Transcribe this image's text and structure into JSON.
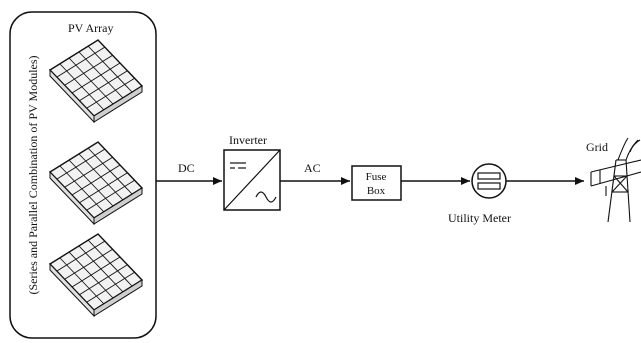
{
  "pv_array": {
    "title": "PV Array",
    "side_label": "(Series and Parallel Combination of PV Modules)",
    "panel_count": 3,
    "panel_icon": "solar-panel-icon"
  },
  "connections": {
    "dc_label": "DC",
    "ac_label": "AC"
  },
  "inverter": {
    "label": "Inverter",
    "icon": "dc-ac-inverter-icon"
  },
  "fuse_box": {
    "line1": "Fuse",
    "line2": "Box"
  },
  "utility_meter": {
    "label": "Utility Meter",
    "icon": "meter-icon"
  },
  "grid": {
    "label": "Grid",
    "icon": "transmission-tower-icon"
  }
}
